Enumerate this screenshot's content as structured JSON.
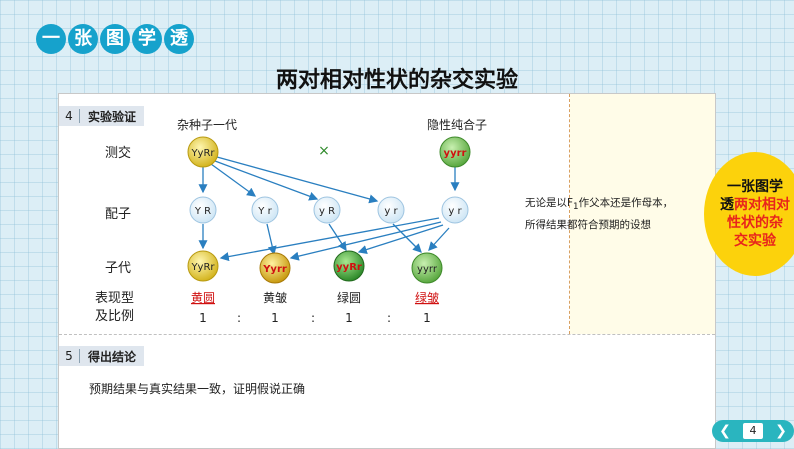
{
  "banner": {
    "chars": [
      "一",
      "张",
      "图",
      "学",
      "透"
    ]
  },
  "title": "两对相对性状的杂交实验",
  "section4": {
    "num": "4",
    "label": "实验验证"
  },
  "section5": {
    "num": "5",
    "label": "得出结论"
  },
  "diagram": {
    "f1_label": "杂种子一代",
    "recessive_label": "隐性纯合子",
    "cross_symbol": "×",
    "row_labels": {
      "testcross": "测交",
      "gametes": "配子",
      "offspring": "子代",
      "phenotype": "表现型",
      "ratio": "及比例"
    },
    "f1_parent": "YyRr",
    "recessive_parent": "yyrr",
    "gametes": [
      "Y R",
      "Y r",
      "y R",
      "y r"
    ],
    "recessive_gamete": "y r",
    "offspring": [
      "YyRr",
      "Yyrr",
      "yyRr",
      "yyrr"
    ],
    "phenotypes": [
      "黄圆",
      "黄皱",
      "绿圆",
      "绿皱"
    ],
    "ratios": [
      "1",
      "1",
      "1",
      "1"
    ],
    "colon": ":"
  },
  "note": {
    "line1": "无论是以F",
    "sub": "1",
    "line1b": "作父本还是作母本，",
    "line2": "所得结果都符合预期的设想"
  },
  "conclusion": "预期结果与真实结果一致，证明假说正确",
  "bubble": {
    "line1": "一张图学",
    "line2a": "透",
    "line2b": "两对相对",
    "line3": "性状的杂",
    "line4": "交实验"
  },
  "nav": {
    "page": "4",
    "prev_icon": "chevron-left",
    "next_icon": "chevron-right"
  },
  "colors": {
    "banner": "#16a2cc",
    "bubble": "#fcd20c",
    "accent_red": "#e8251c",
    "arrow": "#2a7fc0"
  }
}
